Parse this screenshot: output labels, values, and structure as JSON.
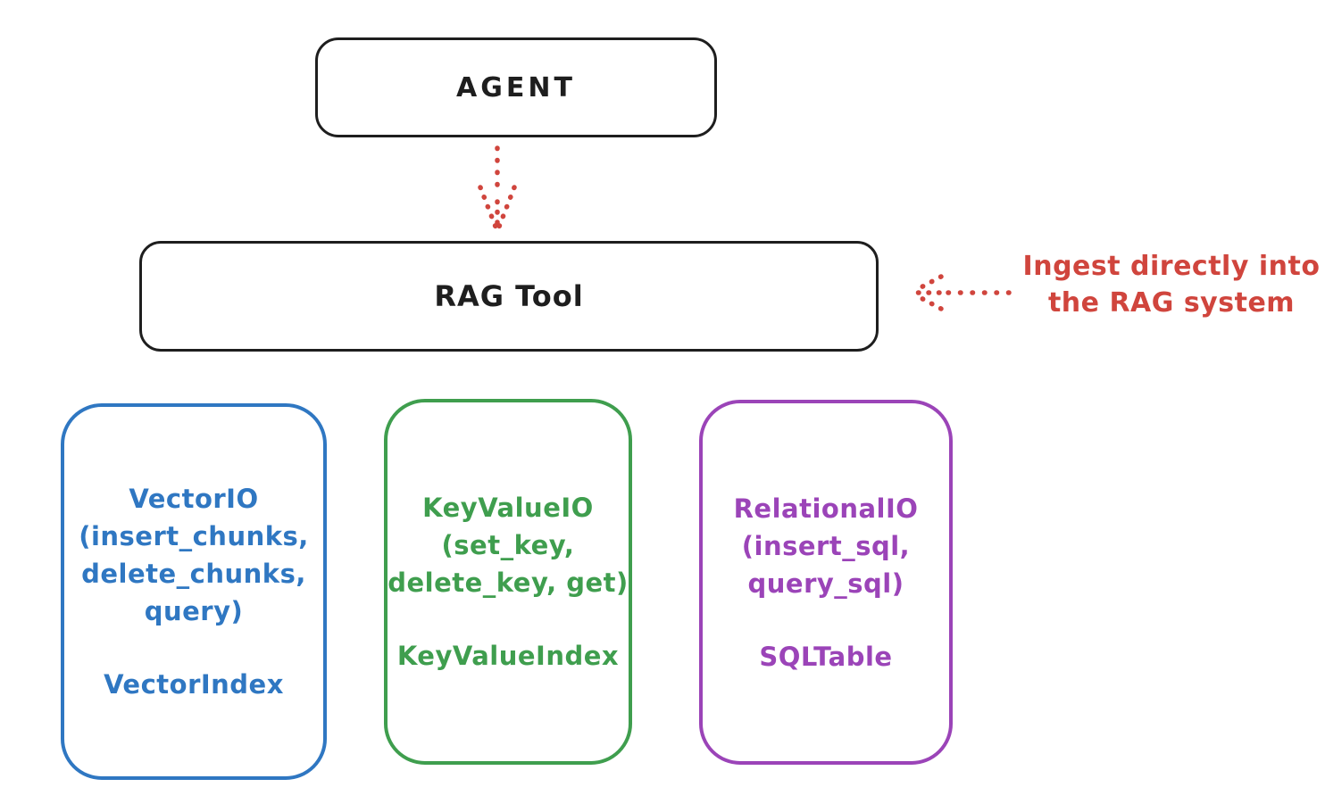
{
  "agent": {
    "label": "AGENT"
  },
  "rag_tool": {
    "label": "RAG Tool"
  },
  "annotation": {
    "line1": "Ingest directly into",
    "line2": "the RAG system"
  },
  "modules": [
    {
      "name": "vector-io",
      "lines": [
        "VectorIO",
        "(insert_chunks,",
        "delete_chunks,",
        "query)"
      ],
      "index_label": "VectorIndex",
      "color": "#2f77c2"
    },
    {
      "name": "keyvalue-io",
      "lines": [
        "KeyValueIO",
        "(set_key,",
        "delete_key, get)"
      ],
      "index_label": "KeyValueIndex",
      "color": "#3f9e4e"
    },
    {
      "name": "relational-io",
      "lines": [
        "RelationalIO",
        "(insert_sql,",
        "query_sql)"
      ],
      "index_label": "SQLTable",
      "color": "#9b44b8"
    }
  ],
  "icons": {
    "agent_to_rag": "dotted-down-arrow",
    "ingest_pointer": "dotted-left-arrow"
  },
  "colors": {
    "stroke_black": "#1e1e1e",
    "accent_red": "#d0453d",
    "accent_blue": "#2f77c2",
    "accent_green": "#3f9e4e",
    "accent_purple": "#9b44b8",
    "background": "#ffffff"
  }
}
